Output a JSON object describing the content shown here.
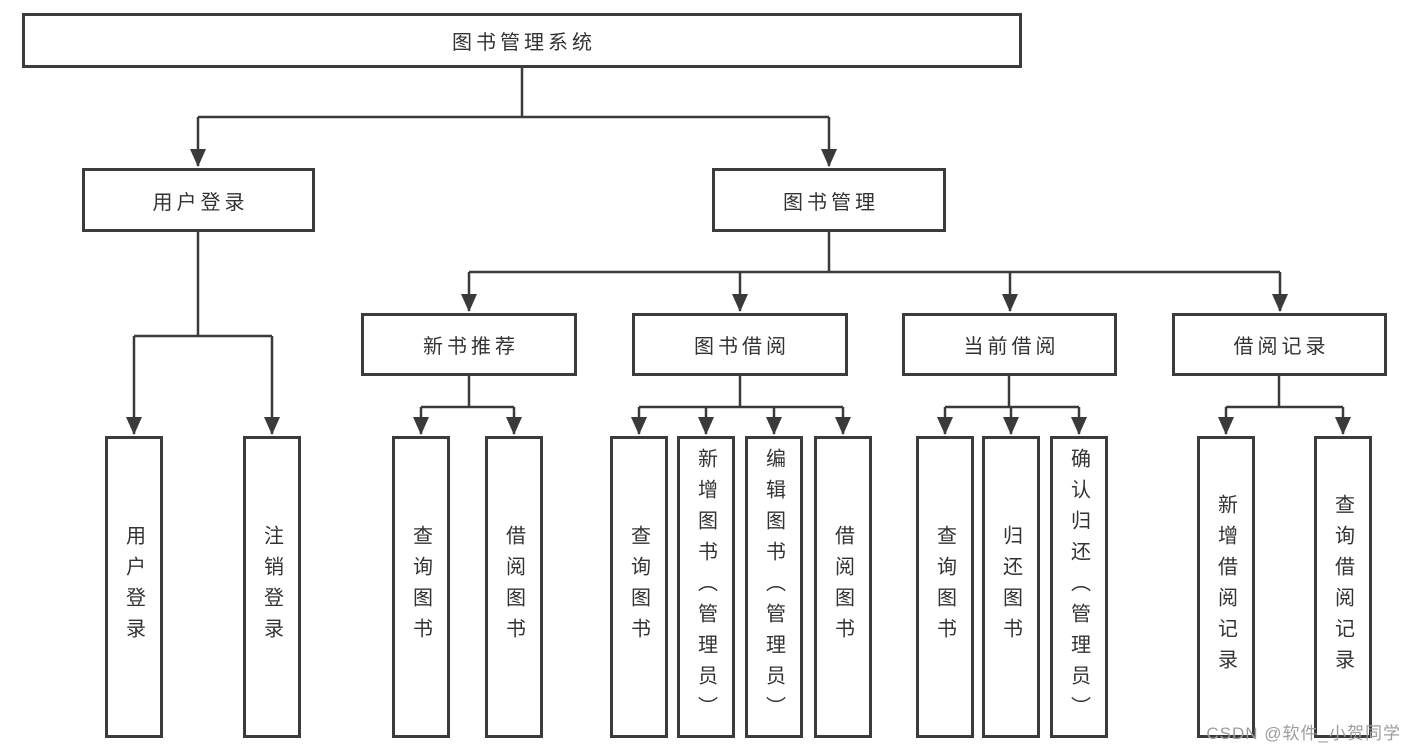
{
  "diagram": {
    "root": {
      "label": "图书管理系统"
    },
    "branches": [
      {
        "label": "用户登录",
        "children": [
          {
            "label": "用户登录"
          },
          {
            "label": "注销登录"
          }
        ]
      },
      {
        "label": "图书管理",
        "children": [
          {
            "label": "新书推荐",
            "children": [
              {
                "label": "查询图书"
              },
              {
                "label": "借阅图书"
              }
            ]
          },
          {
            "label": "图书借阅",
            "children": [
              {
                "label": "查询图书"
              },
              {
                "label": "新增图书（管理员）"
              },
              {
                "label": "编辑图书（管理员）"
              },
              {
                "label": "借阅图书"
              }
            ]
          },
          {
            "label": "当前借阅",
            "children": [
              {
                "label": "查询图书"
              },
              {
                "label": "归还图书"
              },
              {
                "label": "确认归还（管理员）"
              }
            ]
          },
          {
            "label": "借阅记录",
            "children": [
              {
                "label": "新增借阅记录"
              },
              {
                "label": "查询借阅记录"
              }
            ]
          }
        ]
      }
    ]
  },
  "watermark": {
    "text": "CSDN @软件_小贺同学"
  },
  "colors": {
    "border": "#3b3b3b",
    "line": "#3a3a3a",
    "text": "#333333",
    "watermark": "#9d9d9d",
    "background": "#ffffff"
  }
}
